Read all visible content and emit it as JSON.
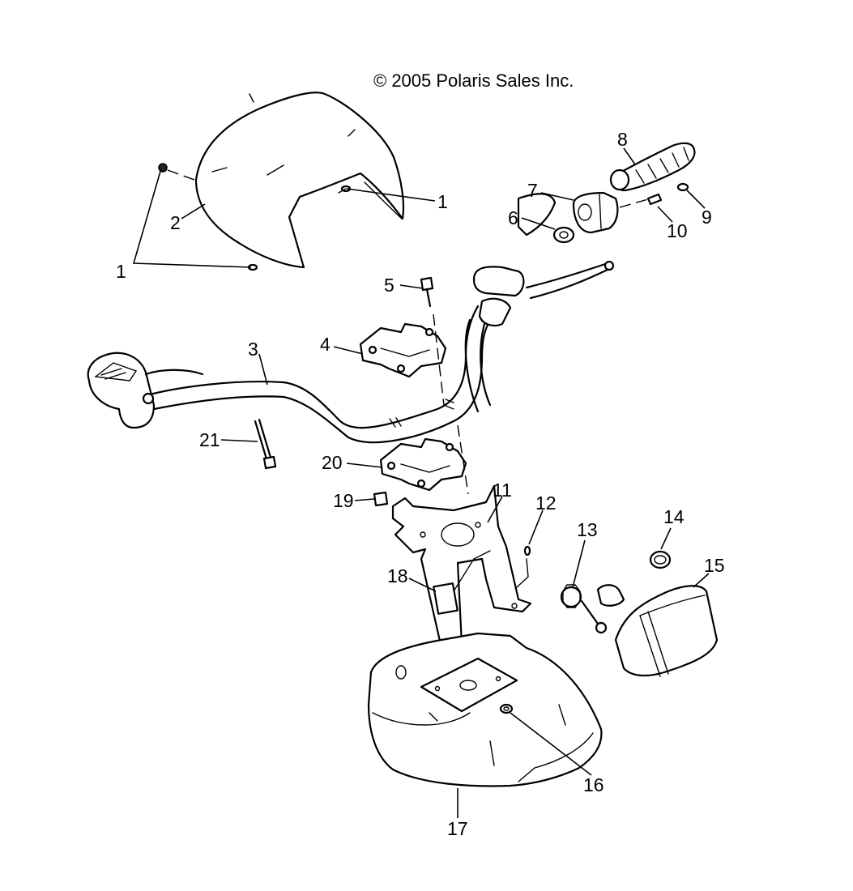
{
  "copyright": "© 2005 Polaris Sales Inc.",
  "callouts": [
    "1",
    "2",
    "1",
    "3",
    "4",
    "5",
    "6",
    "7",
    "8",
    "9",
    "10",
    "11",
    "12",
    "13",
    "14",
    "15",
    "16",
    "17",
    "18",
    "19",
    "20",
    "21"
  ]
}
